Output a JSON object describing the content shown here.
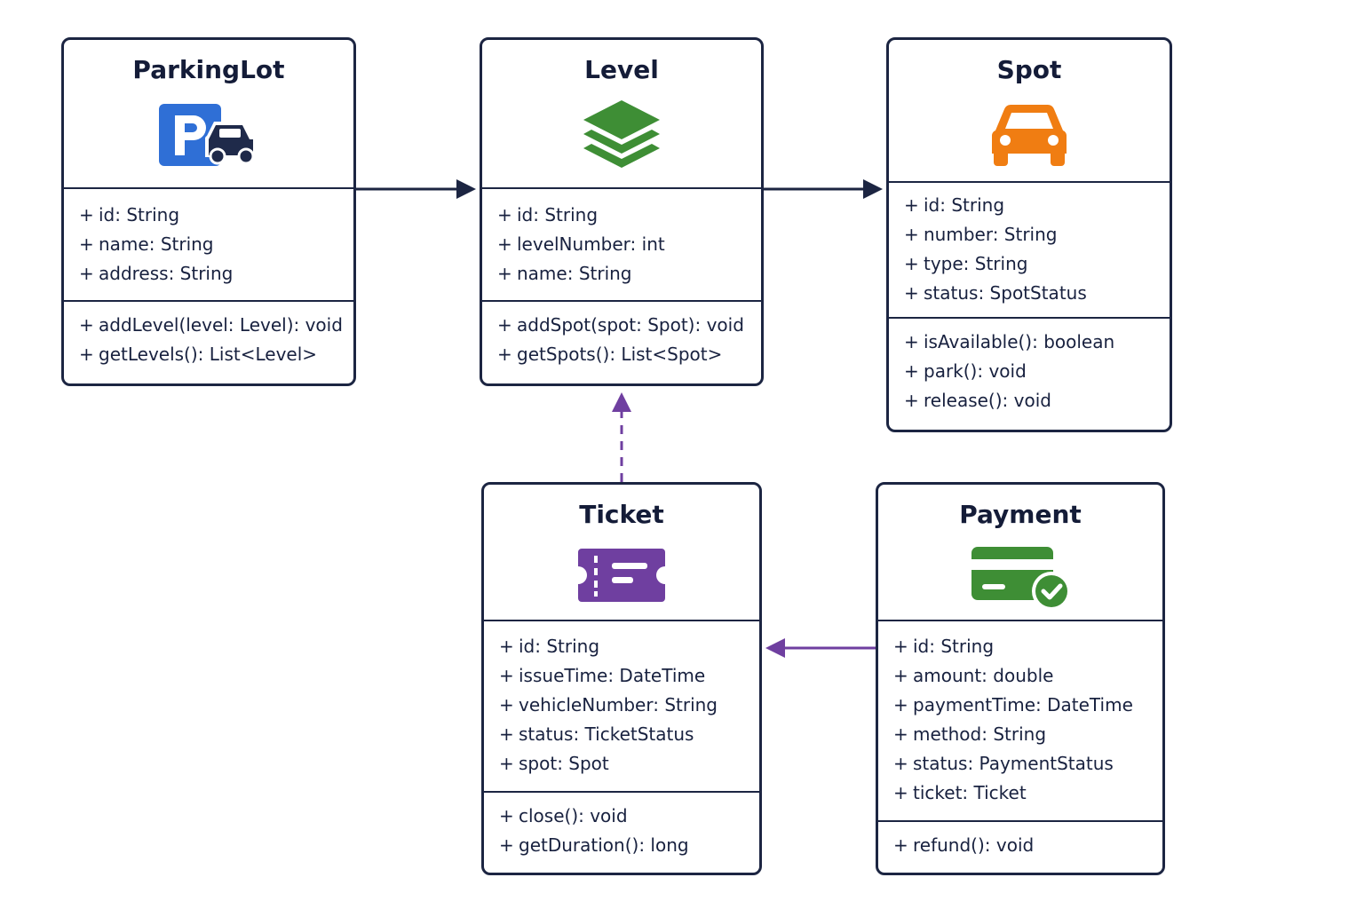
{
  "classes": {
    "parkinglot": {
      "name": "ParkingLot",
      "icon": "parking-car-icon",
      "attributes": [
        "id: String",
        "name: String",
        "address: String"
      ],
      "methods": [
        "addLevel(level: Level): void",
        "getLevels(): List<Level>"
      ]
    },
    "level": {
      "name": "Level",
      "icon": "stacked-layers-icon",
      "attributes": [
        "id: String",
        "levelNumber: int",
        "name: String"
      ],
      "methods": [
        "addSpot(spot: Spot): void",
        "getSpots(): List<Spot>"
      ]
    },
    "spot": {
      "name": "Spot",
      "icon": "car-icon",
      "attributes": [
        "id: String",
        "number: String",
        "type: String",
        "status: SpotStatus"
      ],
      "methods": [
        "isAvailable(): boolean",
        "park(): void",
        "release(): void"
      ]
    },
    "ticket": {
      "name": "Ticket",
      "icon": "ticket-icon",
      "attributes": [
        "id: String",
        "issueTime: DateTime",
        "vehicleNumber: String",
        "status: TicketStatus",
        "spot: Spot"
      ],
      "methods": [
        "close(): void",
        "getDuration(): long"
      ]
    },
    "payment": {
      "name": "Payment",
      "icon": "credit-card-check-icon",
      "attributes": [
        "id: String",
        "amount: double",
        "paymentTime: DateTime",
        "method: String",
        "status: PaymentStatus",
        "ticket: Ticket"
      ],
      "methods": [
        "refund(): void"
      ]
    }
  },
  "member_prefix": "+",
  "relationships": [
    {
      "from": "ParkingLot",
      "to": "Level",
      "style": "solid",
      "color": "#1c2542"
    },
    {
      "from": "Level",
      "to": "Spot",
      "style": "solid",
      "color": "#1c2542"
    },
    {
      "from": "Ticket",
      "to": "Level",
      "style": "dashed",
      "color": "#6f3fa0"
    },
    {
      "from": "Payment",
      "to": "Ticket",
      "style": "solid",
      "color": "#6f3fa0"
    }
  ],
  "colors": {
    "border": "#1c2542",
    "parking_blue": "#2f6fd6",
    "layers_green": "#3e8e35",
    "car_orange": "#f07d12",
    "ticket_purple": "#6f3fa0",
    "card_green": "#3e8e35"
  }
}
